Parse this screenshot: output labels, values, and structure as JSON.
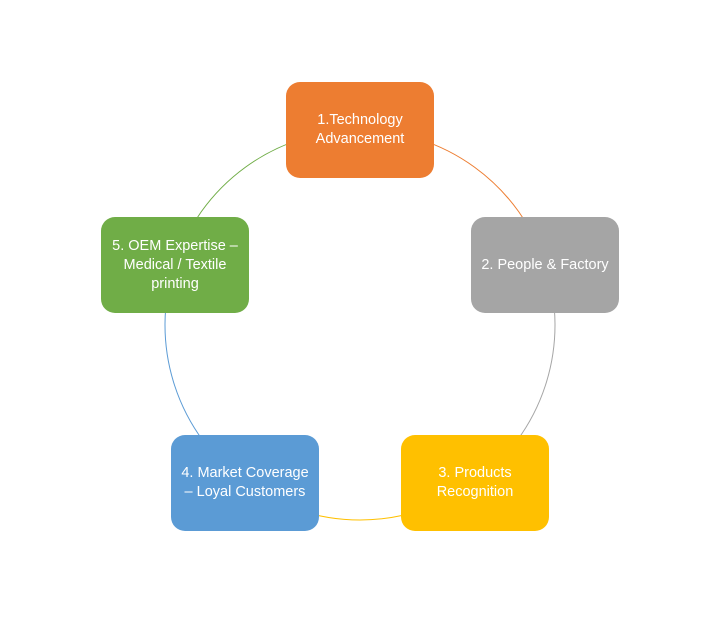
{
  "steps": [
    {
      "label": "1.Technology Advancement",
      "color": "#ED7D31"
    },
    {
      "label": "2. People & Factory",
      "color": "#A5A5A5"
    },
    {
      "label": "3. Products Recognition",
      "color": "#FFC000"
    },
    {
      "label": "4. Market Coverage – Loyal Customers",
      "color": "#5B9BD5"
    },
    {
      "label": "5. OEM Expertise – Medical / Textile printing",
      "color": "#70AD47"
    }
  ]
}
